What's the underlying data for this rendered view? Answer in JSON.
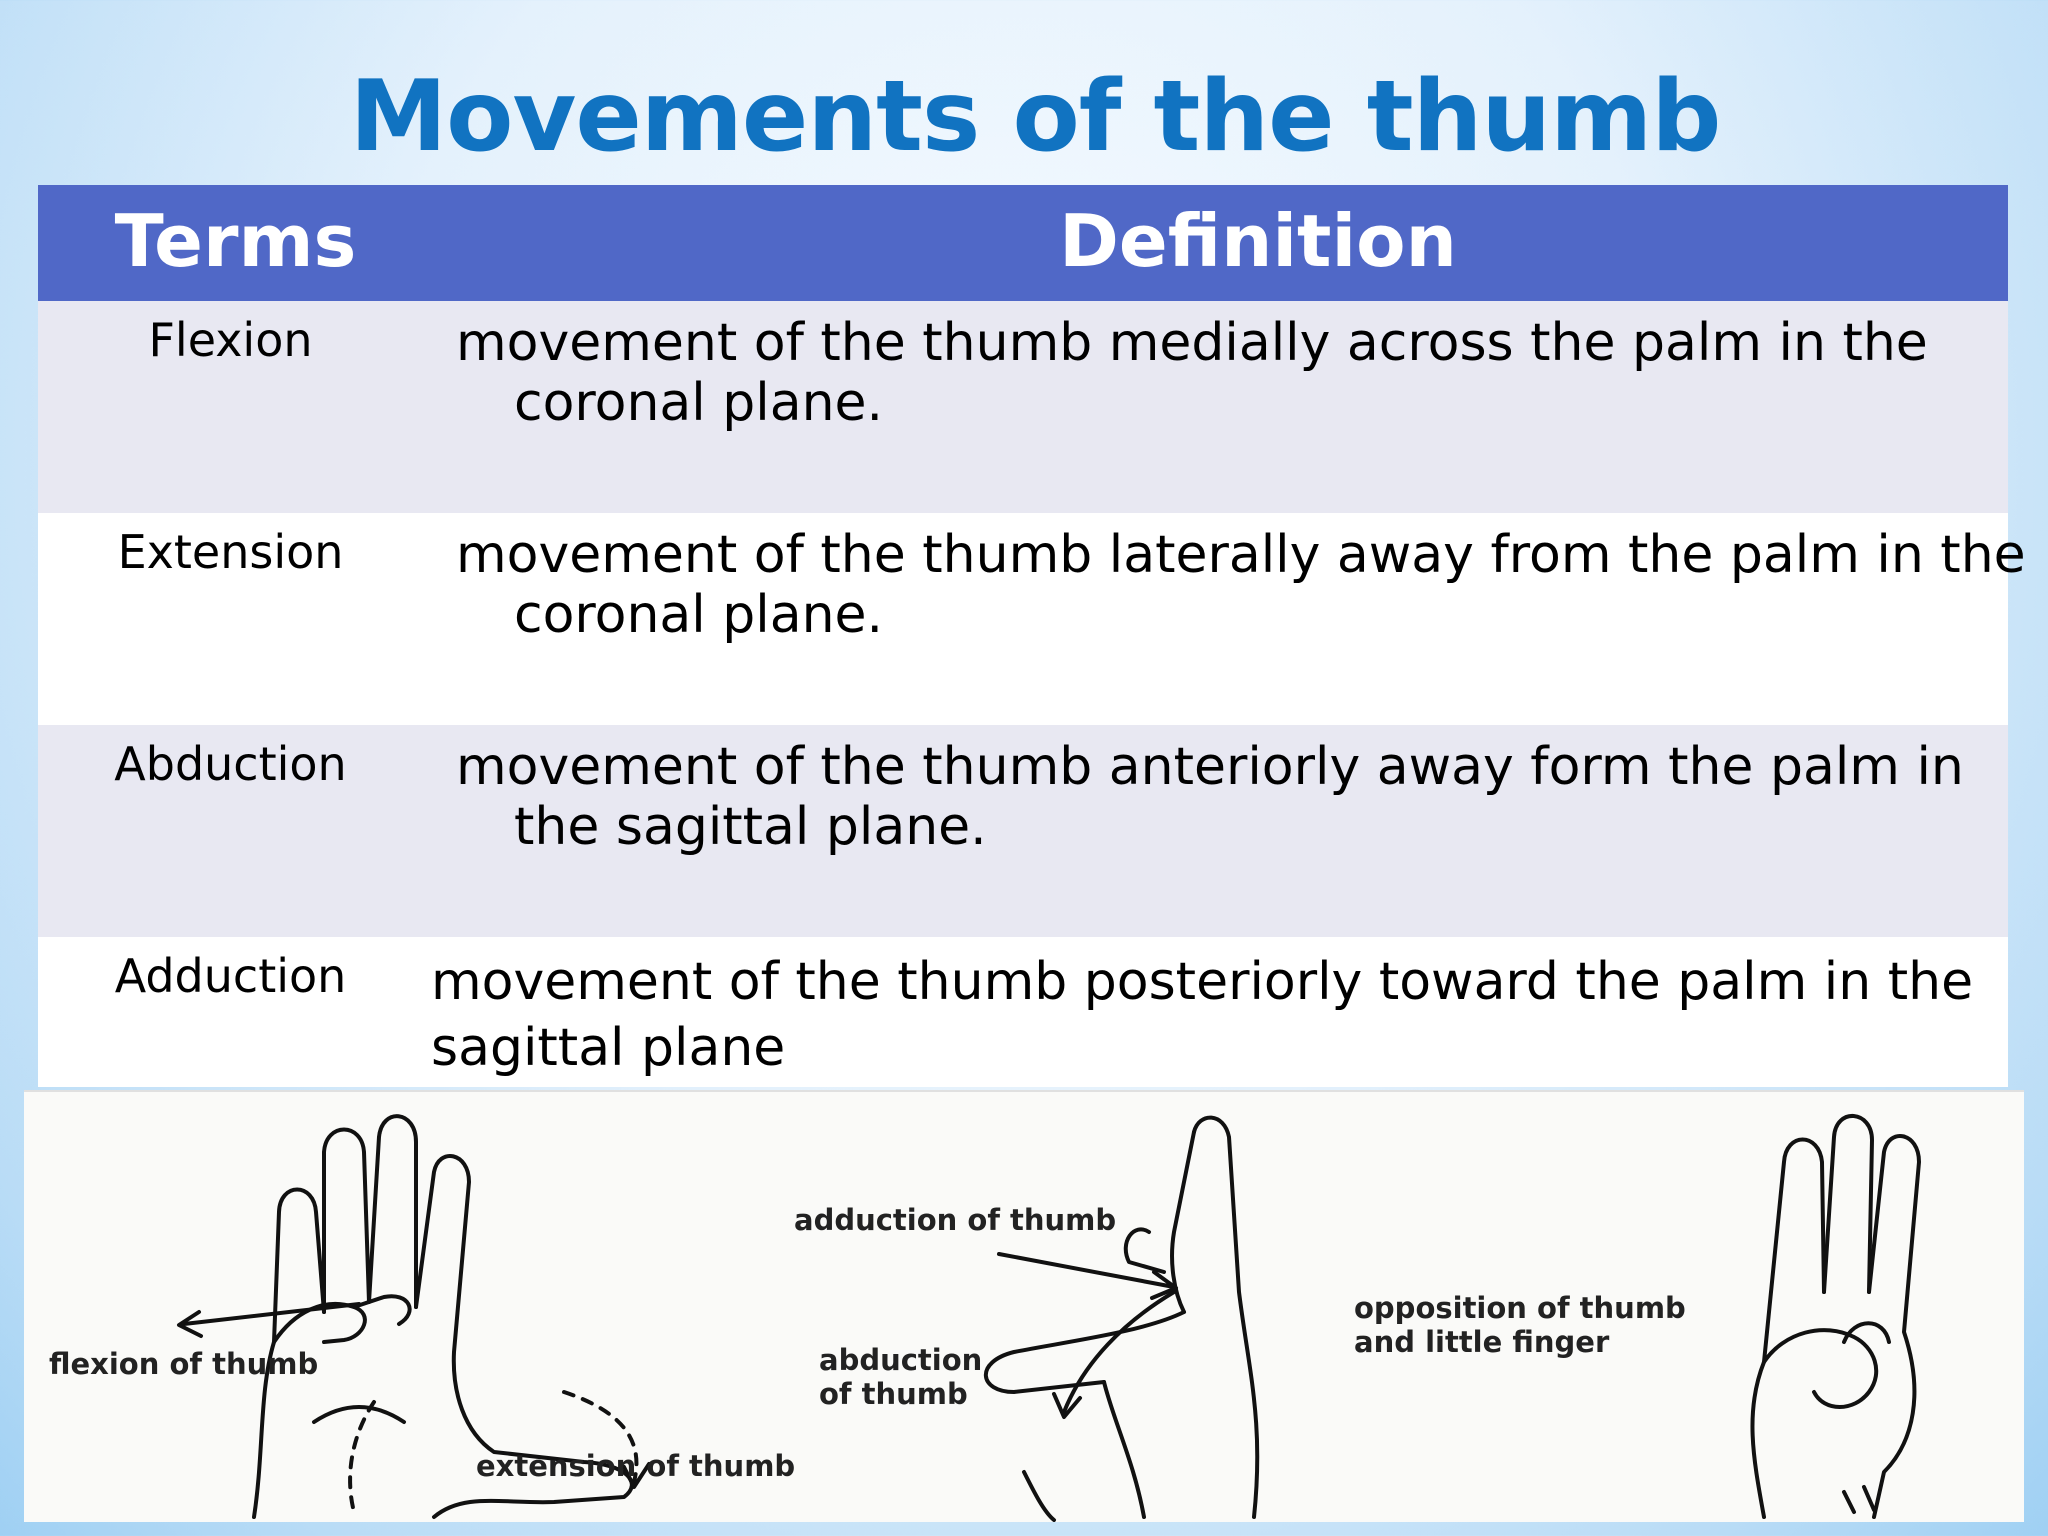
{
  "title": "Movements of the thumb",
  "table": {
    "headers": {
      "terms": "Terms",
      "definition": "Definition"
    },
    "rows": [
      {
        "term": "Flexion",
        "definition": "movement of the thumb medially across the palm in the coronal plane."
      },
      {
        "term": "Extension",
        "definition": "movement of the thumb laterally away from the palm in the coronal plane."
      },
      {
        "term": "Abduction",
        "definition": "movement of the thumb anteriorly away form the palm in the sagittal plane."
      },
      {
        "term": "Adduction",
        "definition": "movement of the thumb posteriorly toward the palm in the sagittal plane"
      }
    ]
  },
  "figure": {
    "captions": {
      "flexion": "flexion of thumb",
      "extension": "extension of thumb",
      "adduction": "adduction of thumb",
      "abduction_line1": "abduction",
      "abduction_line2": "of thumb",
      "opposition_line1": "opposition of thumb",
      "opposition_line2": "and little finger"
    }
  }
}
